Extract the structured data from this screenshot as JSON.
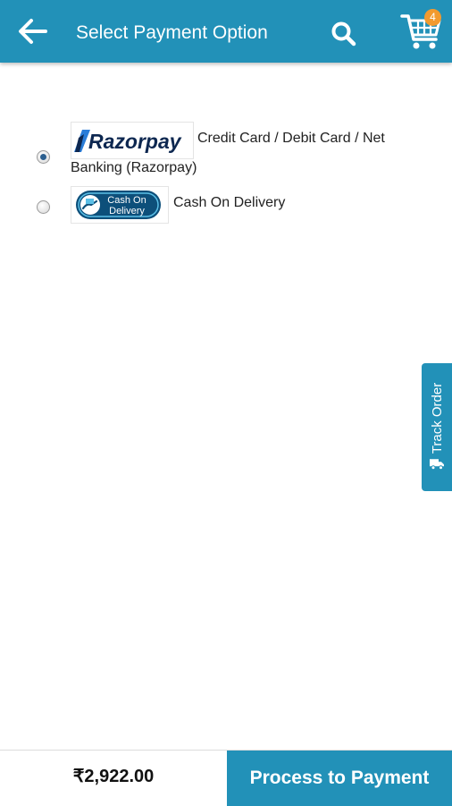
{
  "header": {
    "title": "Select Payment Option",
    "cart_count": "4",
    "icons": {
      "back": "back-arrow-icon",
      "search": "search-icon",
      "cart": "cart-icon"
    }
  },
  "payment_options": [
    {
      "logo_text": "Razorpay",
      "label_line1": "Credit Card / Debit Card / Net",
      "label_line2": "Banking (Razorpay)",
      "selected": true
    },
    {
      "logo_text_1": "Cash On",
      "logo_text_2": "Delivery",
      "label": "Cash On Delivery",
      "selected": false
    }
  ],
  "track_order": {
    "label": "Track Order",
    "icon": "truck-icon"
  },
  "footer": {
    "total": "₹2,922.00",
    "pay_label": "Process to Payment"
  },
  "colors": {
    "primary": "#2291b8",
    "badge": "#f29a2e",
    "razorpay_blue": "#2a7dd8",
    "razorpay_dark": "#0d2750"
  }
}
